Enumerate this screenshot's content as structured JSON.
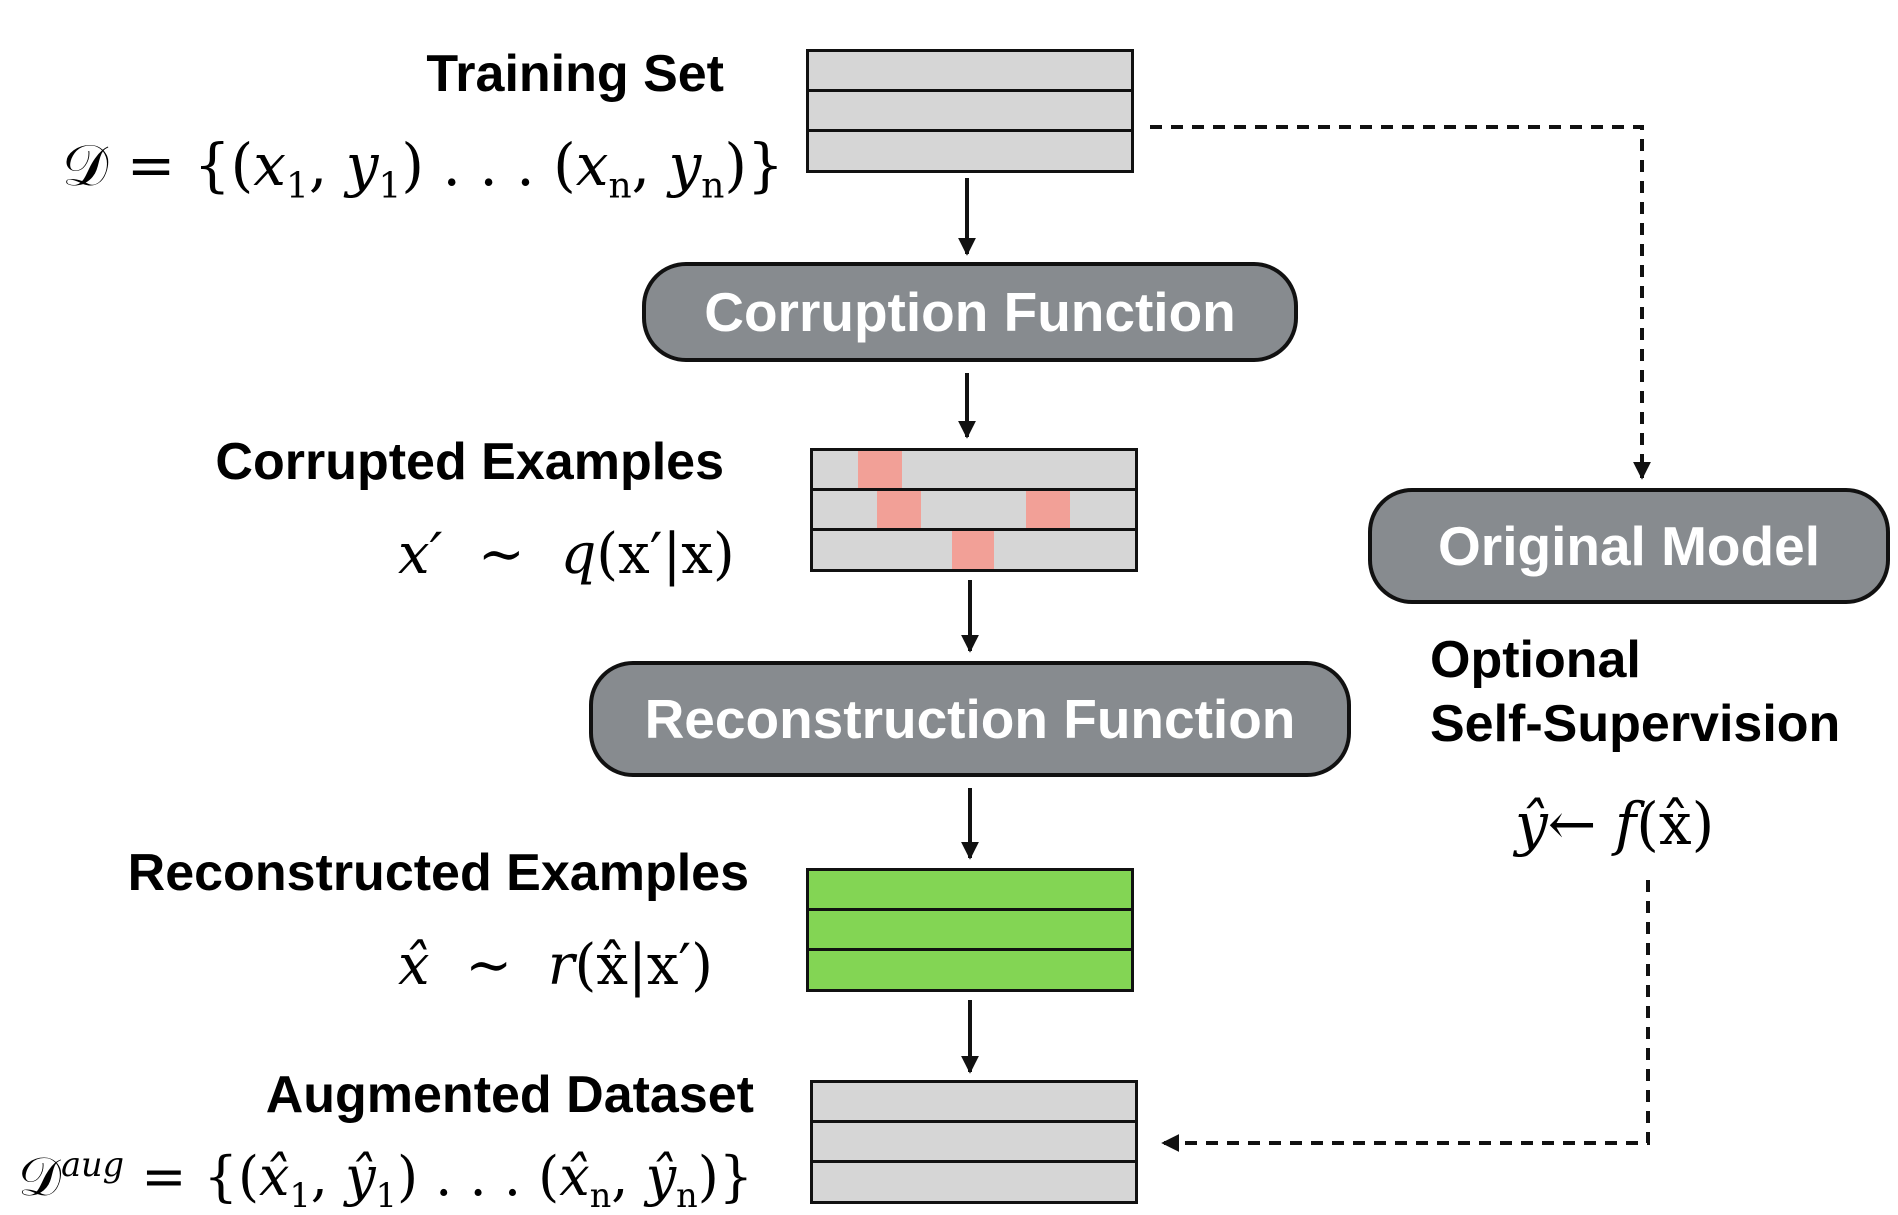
{
  "colors": {
    "node_fill": "#878b8f",
    "row_fill": "#d6d6d6",
    "reconstructed_fill": "#83d554",
    "corruption_patch": "#f2a097",
    "line": "#111111"
  },
  "training_set": {
    "title": "Training Set",
    "formula": {
      "set": "𝒟",
      "x1": "x",
      "s1": "1",
      "y1": "y",
      "t1": "1",
      "xn": "x",
      "sn": "n",
      "yn": "y",
      "tn": "n"
    }
  },
  "corruption_node": {
    "label": "Corruption Function"
  },
  "corrupted_examples": {
    "title": "Corrupted Examples",
    "formula": {
      "lhs": "x′",
      "rel": "∼",
      "fn": "q",
      "arg": "(x′|x)"
    }
  },
  "reconstruction_node": {
    "label": "Reconstruction Function"
  },
  "reconstructed_examples": {
    "title": "Reconstructed Examples",
    "formula": {
      "lhs": "x̂",
      "rel": "∼",
      "fn": "r",
      "arg": "(x̂|x′)"
    }
  },
  "augmented_dataset": {
    "title": "Augmented Dataset",
    "formula": {
      "set": "𝒟",
      "sup": "aug",
      "x1": "x̂",
      "s1": "1",
      "y1": "ŷ",
      "t1": "1",
      "xn": "x̂",
      "sn": "n",
      "yn": "ŷ",
      "tn": "n"
    }
  },
  "original_model_node": {
    "label": "Original Model"
  },
  "self_supervision": {
    "title_line1": "Optional",
    "title_line2": "Self-Supervision",
    "formula": {
      "lhs": "ŷ",
      "arrow": "←",
      "fn": "f",
      "arg": "(x̂)"
    }
  }
}
